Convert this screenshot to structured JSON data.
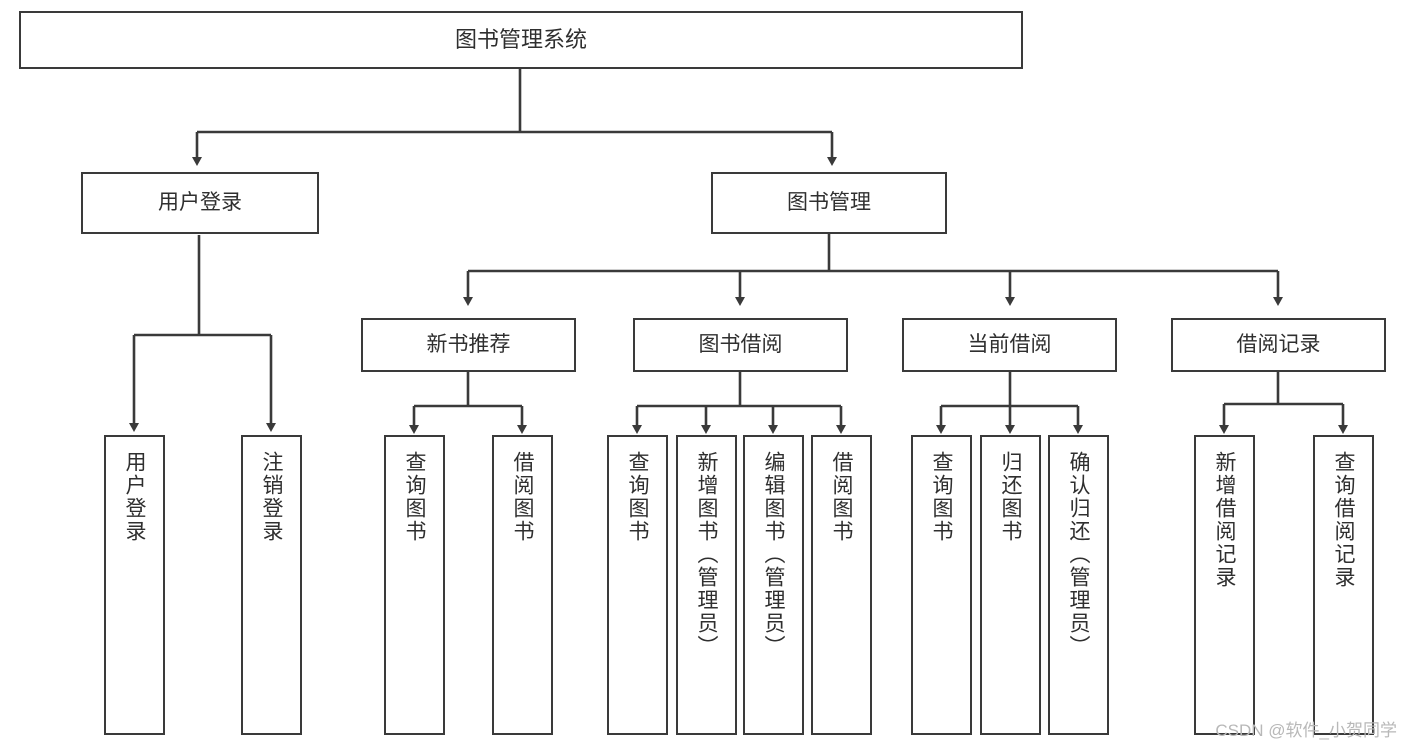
{
  "diagram": {
    "type": "tree",
    "title": "图书管理系统",
    "root": {
      "label": "图书管理系统"
    },
    "level2": [
      {
        "id": "user-login",
        "label": "用户登录"
      },
      {
        "id": "book-manage",
        "label": "图书管理"
      }
    ],
    "level3": [
      {
        "id": "new-book-rec",
        "label": "新书推荐",
        "parent": "book-manage"
      },
      {
        "id": "book-borrow",
        "label": "图书借阅",
        "parent": "book-manage"
      },
      {
        "id": "current-borrow",
        "label": "当前借阅",
        "parent": "book-manage"
      },
      {
        "id": "borrow-record",
        "label": "借阅记录",
        "parent": "book-manage"
      }
    ],
    "leaves": [
      {
        "id": "leaf-user-login",
        "label": "用户登录",
        "parent": "user-login"
      },
      {
        "id": "leaf-user-logout",
        "label": "注销登录",
        "parent": "user-login"
      },
      {
        "id": "leaf-query-book-1",
        "label": "查询图书",
        "parent": "new-book-rec"
      },
      {
        "id": "leaf-borrow-book-1",
        "label": "借阅图书",
        "parent": "new-book-rec"
      },
      {
        "id": "leaf-query-book-2",
        "label": "查询图书",
        "parent": "book-borrow"
      },
      {
        "id": "leaf-add-book",
        "label": "新增图书（管理员）",
        "parent": "book-borrow"
      },
      {
        "id": "leaf-edit-book",
        "label": "编辑图书（管理员）",
        "parent": "book-borrow"
      },
      {
        "id": "leaf-borrow-book-2",
        "label": "借阅图书",
        "parent": "book-borrow"
      },
      {
        "id": "leaf-query-book-3",
        "label": "查询图书",
        "parent": "current-borrow"
      },
      {
        "id": "leaf-return-book",
        "label": "归还图书",
        "parent": "current-borrow"
      },
      {
        "id": "leaf-confirm-return",
        "label": "确认归还（管理员）",
        "parent": "current-borrow"
      },
      {
        "id": "leaf-add-record",
        "label": "新增借阅记录",
        "parent": "borrow-record"
      },
      {
        "id": "leaf-query-record",
        "label": "查询借阅记录",
        "parent": "borrow-record"
      }
    ],
    "colors": {
      "stroke": "#3a3a3a",
      "text": "#2f2f2f",
      "background": "#ffffff",
      "watermark": "#b8b8b8"
    }
  },
  "watermark": {
    "text": "CSDN @软件_小贺同学"
  }
}
